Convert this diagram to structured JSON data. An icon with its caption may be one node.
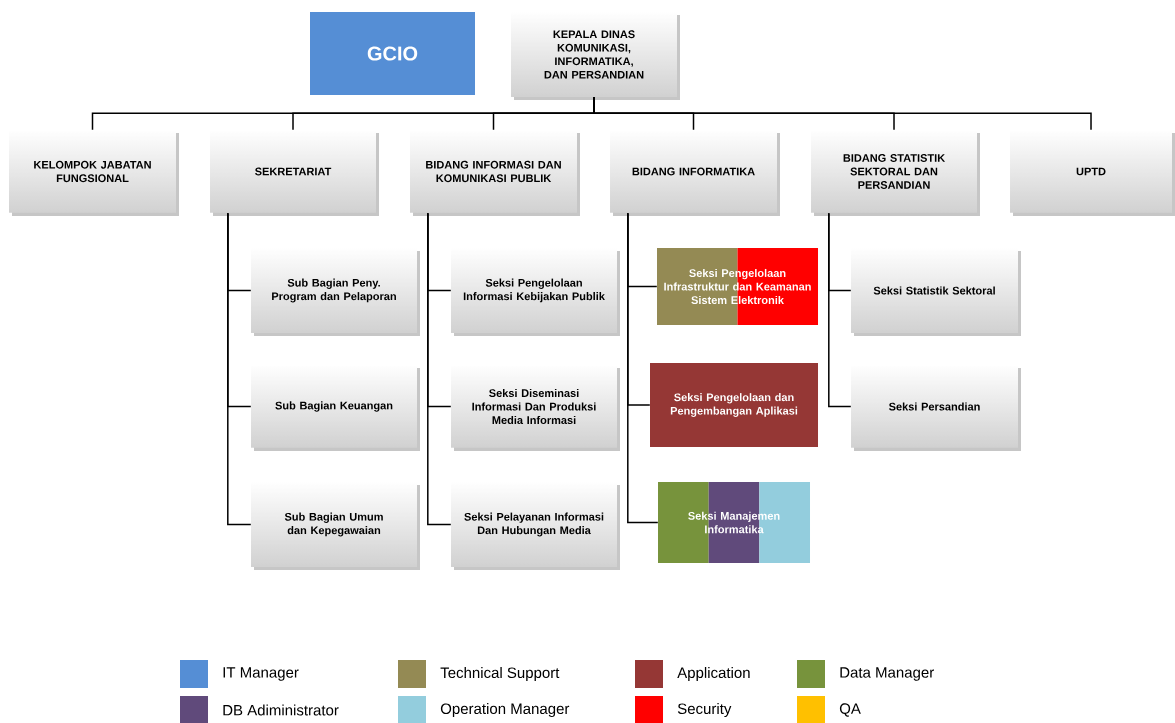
{
  "diagram": {
    "nodes": [
      {
        "text": [
          "GCIO"
        ]
      },
      {
        "text": [
          "KEPALA DINAS KOMUNIKASI, INFORMATIKA, DAN PERSANDIAN"
        ]
      },
      {
        "text": [
          "KELOMPOK JABATAN FUNGSIONAL"
        ]
      },
      {
        "text": [
          "SEKRETARIAT"
        ]
      },
      {
        "text": [
          "BIDANG INFORMASI DAN KOMUNIKASI PUBLIK"
        ]
      },
      {
        "text": [
          "BIDANG INFORMATIKA"
        ]
      },
      {
        "text": [
          "BIDANG STATISTIK SEKTORAL DAN PERSANDIAN"
        ]
      },
      {
        "text": [
          "UPTD"
        ]
      },
      {
        "text": [
          "Sub Bagian Peny. Program dan Pelaporan"
        ]
      },
      {
        "text": [
          "Sub Bagian Keuangan"
        ]
      },
      {
        "text": [
          "Sub Bagian Umum dan Kepegawaian"
        ]
      },
      {
        "text": [
          "Seksi Pengelolaan Informasi Kebijakan Publik"
        ]
      },
      {
        "text": [
          "Seksi Diseminasi Informasi Dan Produksi Media Informasi"
        ]
      },
      {
        "text": [
          "Seksi Pelayanan Informasi Dan Hubungan Media"
        ]
      },
      {
        "text": [
          "Seksi Pengelolaan Infrastruktur dan Keamanan Sistem Elektronik"
        ]
      },
      {
        "text": [
          "Seksi Pengelolaan dan Pengembangan Aplikasi"
        ]
      },
      {
        "text": [
          "Seksi Manajemen Informatika"
        ]
      },
      {
        "text": [
          "Seksi Statistik Sektoral"
        ]
      },
      {
        "text": [
          "Seksi Persandian"
        ]
      }
    ],
    "edges": [
      {
        "from": 1,
        "to": 2,
        "arrow": "none"
      },
      {
        "from": 1,
        "to": 3,
        "arrow": "none"
      },
      {
        "from": 1,
        "to": 4,
        "arrow": "none"
      },
      {
        "from": 1,
        "to": 5,
        "arrow": "none"
      },
      {
        "from": 1,
        "to": 6,
        "arrow": "none"
      },
      {
        "from": 1,
        "to": 7,
        "arrow": "none"
      },
      {
        "from": 3,
        "to": 8,
        "arrow": "none"
      },
      {
        "from": 3,
        "to": 9,
        "arrow": "none"
      },
      {
        "from": 3,
        "to": 10,
        "arrow": "none"
      },
      {
        "from": 4,
        "to": 11,
        "arrow": "none"
      },
      {
        "from": 4,
        "to": 12,
        "arrow": "none"
      },
      {
        "from": 4,
        "to": 13,
        "arrow": "none"
      },
      {
        "from": 5,
        "to": 14,
        "arrow": "none"
      },
      {
        "from": 5,
        "to": 15,
        "arrow": "none"
      },
      {
        "from": 5,
        "to": 16,
        "arrow": "none"
      },
      {
        "from": 6,
        "to": 17,
        "arrow": "none"
      },
      {
        "from": 6,
        "to": 18,
        "arrow": "none"
      }
    ],
    "legend": [
      {
        "text": "IT Manager",
        "color": "#558ed5"
      },
      {
        "text": "Technical Support",
        "color": "#948a54"
      },
      {
        "text": "Application",
        "color": "#953735"
      },
      {
        "text": "Data Manager",
        "color": "#77933c"
      },
      {
        "text": "DB Adiministrator",
        "color": "#604a7b"
      },
      {
        "text": "Operation Manager",
        "color": "#93cddd"
      },
      {
        "text": "Security",
        "color": "#ff0000"
      },
      {
        "text": "QA",
        "color": "#ffc000"
      }
    ]
  }
}
